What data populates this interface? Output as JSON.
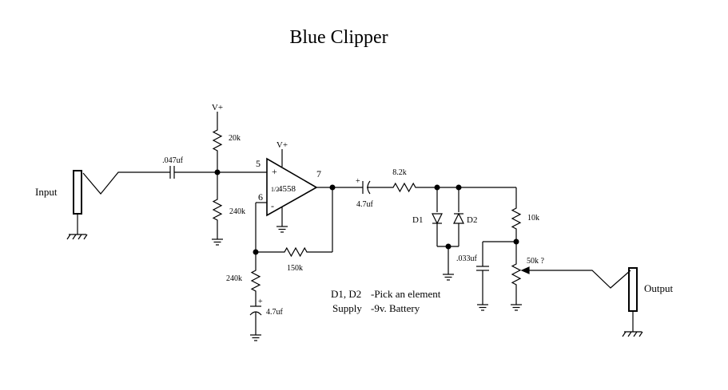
{
  "title": "Blue Clipper",
  "labels": {
    "input": "Input",
    "output": "Output",
    "vplus": "V+",
    "cap_in": ".047uf",
    "r_bias_top": "20k",
    "r_bias_bottom": "240k",
    "pin_noninv": "5",
    "pin_inv": "6",
    "pin_out": "7",
    "opamp_half": "1/2",
    "opamp_part": "4558",
    "cap_out": "4.7uf",
    "r_series": "8.2k",
    "d1": "D1",
    "d2": "D2",
    "r_out": "10k",
    "cap_tone": ".033uf",
    "pot": "50k ?",
    "r_feedback": "150k",
    "r_ground": "240k",
    "cap_ground": "4.7uf",
    "cap_plus": "+"
  },
  "notes": {
    "line1_key": "D1, D2",
    "line1_value": "-Pick an element",
    "line2_key": "Supply",
    "line2_value": "-9v. Battery"
  }
}
